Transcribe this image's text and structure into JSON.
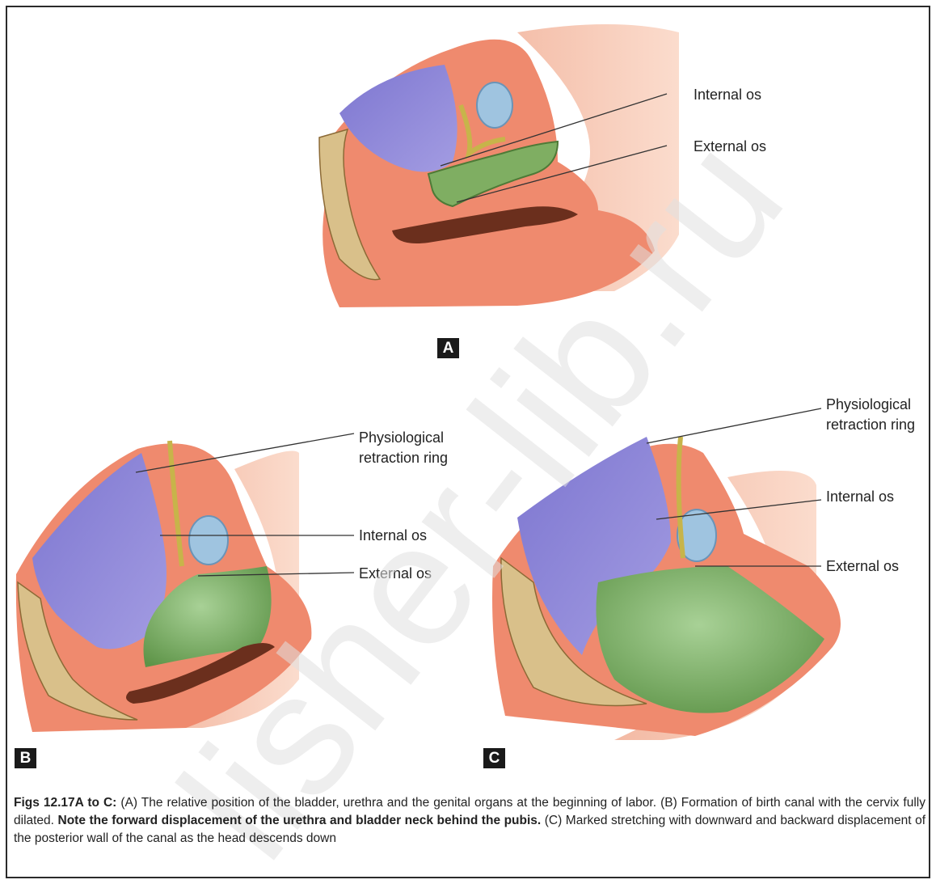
{
  "figure": {
    "panel_a": {
      "plate": "A",
      "labels": {
        "internal_os": "Internal os",
        "external_os": "External os"
      }
    },
    "panel_b": {
      "plate": "B",
      "labels": {
        "retraction_ring_line1": "Physiological",
        "retraction_ring_line2": "retraction ring",
        "internal_os": "Internal os",
        "external_os": "External os"
      }
    },
    "panel_c": {
      "plate": "C",
      "labels": {
        "retraction_ring_line1": "Physiological",
        "retraction_ring_line2": "retraction ring",
        "internal_os": "Internal os",
        "external_os": "External os"
      }
    }
  },
  "caption": {
    "lead": "Figs 12.17A to C:",
    "part_a": " (A) The relative position of the bladder, urethra and the genital organs at the beginning of labor. (B) Formation of birth canal with the cervix fully dilated. ",
    "emphasis": "Note the forward displacement of the urethra and bladder neck behind the pubis.",
    "part_c": " (C) Marked stretching with downward and backward displacement of the posterior wall of the canal as the head descends down"
  },
  "watermark": "lisher-lib.ru",
  "colors": {
    "skin": "#f5c6b0",
    "tissue": "#ef8a6e",
    "bladder": "#8c84d6",
    "uterus_green": "#7fae62",
    "rectum": "#6b2f1d",
    "bone": "#d9c08a",
    "pubis": "#9fc4e0",
    "watermark": "#e6e6e6"
  }
}
